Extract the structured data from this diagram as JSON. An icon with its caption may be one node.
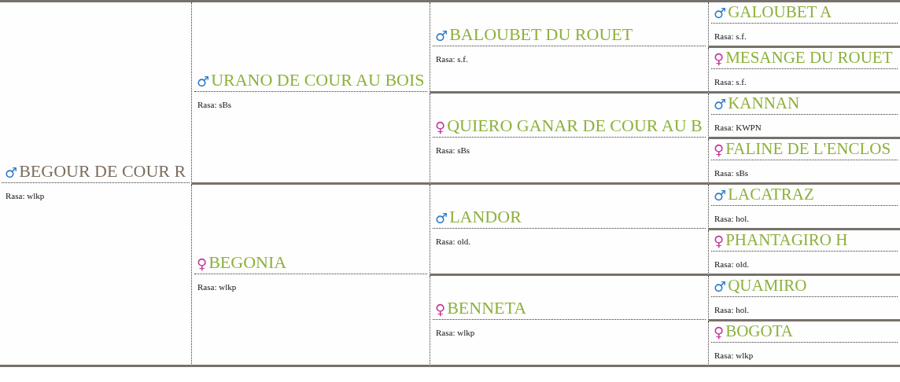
{
  "diagram": {
    "nodes": [
      {
        "text": [
          "♂",
          "BEGOUR DE COUR R",
          "Rasa: wlkp"
        ]
      },
      {
        "text": [
          "♂",
          "URANO DE COUR AU BOIS",
          "Rasa: sBs"
        ]
      },
      {
        "text": [
          "♂",
          "BALOUBET DU ROUET",
          "Rasa: s.f."
        ]
      },
      {
        "text": [
          "♂",
          "GALOUBET A",
          "Rasa: s.f."
        ]
      },
      {
        "text": [
          "♀",
          "MESANGE DU ROUET",
          "Rasa: s.f."
        ]
      },
      {
        "text": [
          "♀",
          "QUIERO GANAR DE COUR AU B",
          "Rasa: sBs"
        ]
      },
      {
        "text": [
          "♂",
          "KANNAN",
          "Rasa: KWPN"
        ]
      },
      {
        "text": [
          "♀",
          "FALINE DE L'ENCLOS",
          "Rasa: sBs"
        ]
      },
      {
        "text": [
          "♀",
          "BEGONIA",
          "Rasa: wlkp"
        ]
      },
      {
        "text": [
          "♂",
          "LANDOR",
          "Rasa: old."
        ]
      },
      {
        "text": [
          "♂",
          "LACATRAZ",
          "Rasa: hol."
        ]
      },
      {
        "text": [
          "♀",
          "PHANTAGIRO H",
          "Rasa: old."
        ]
      },
      {
        "text": [
          "♀",
          "BENNETA",
          "Rasa: wlkp"
        ]
      },
      {
        "text": [
          "♂",
          "QUAMIRO",
          "Rasa: hol."
        ]
      },
      {
        "text": [
          "♀",
          "BOGOTA",
          "Rasa: wlkp"
        ]
      }
    ]
  }
}
